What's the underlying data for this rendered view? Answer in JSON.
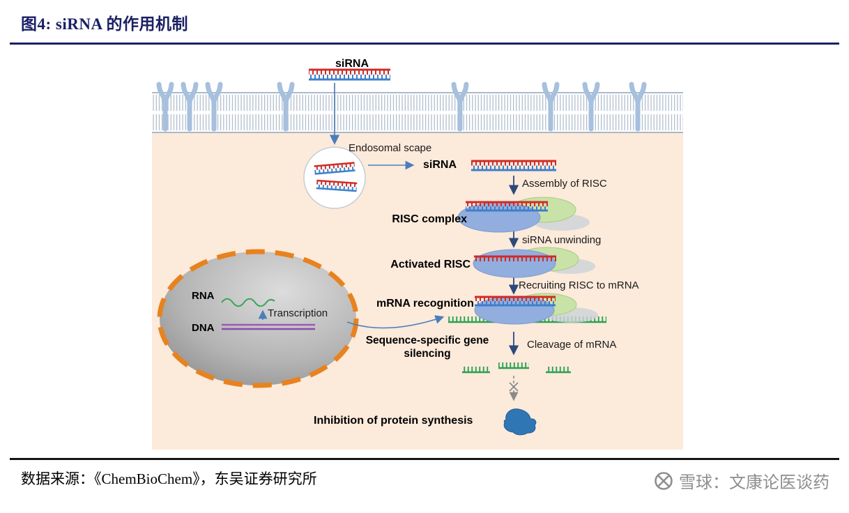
{
  "header": {
    "title": "图4: siRNA 的作用机制"
  },
  "diagram": {
    "labels": {
      "sirna_top": "siRNA",
      "endosomal_escape": "Endosomal scape",
      "sirna_cytoplasm": "siRNA",
      "assembly_of_risc": "Assembly of RISC",
      "risc_complex": "RISC complex",
      "sirna_unwinding": "siRNA unwinding",
      "activated_risc": "Activated RISC",
      "recruiting_risc": "Recruiting RISC to mRNA",
      "mrna_recognition": "mRNA recognition",
      "rna": "RNA",
      "transcription": "Transcription",
      "dna": "DNA",
      "gene_silencing": "Sequence-specific gene silencing",
      "cleavage_of_mrna": "Cleavage of mRNA",
      "inhibition": "Inhibition of protein synthesis"
    },
    "colors": {
      "cytoplasm_bg": "#fceadb",
      "sirna_red": "#cf2b27",
      "sirna_blue": "#3f7fca",
      "mrna_green": "#2aa152",
      "risc_blue": "#92aede",
      "risc_green": "#c9e2a8",
      "nucleus_border_orange": "#e8821f",
      "dna_purple": "#9b59b6",
      "receptor_blue": "#a6c0de",
      "protein_blue": "#2f76b5"
    }
  },
  "footer": {
    "source": "数据来源：《ChemBioChem》，东吴证券研究所",
    "watermark": "雪球：文康论医谈药"
  }
}
